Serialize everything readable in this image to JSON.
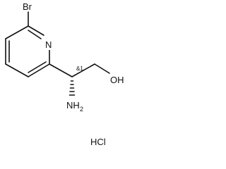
{
  "molecule": {
    "atoms": {
      "bromine": "Br",
      "nitrogen": "N",
      "hydroxyl": "OH",
      "amine_main": "NH",
      "amine_sub": "2",
      "stereo": "&1"
    },
    "salt": "HCl"
  }
}
